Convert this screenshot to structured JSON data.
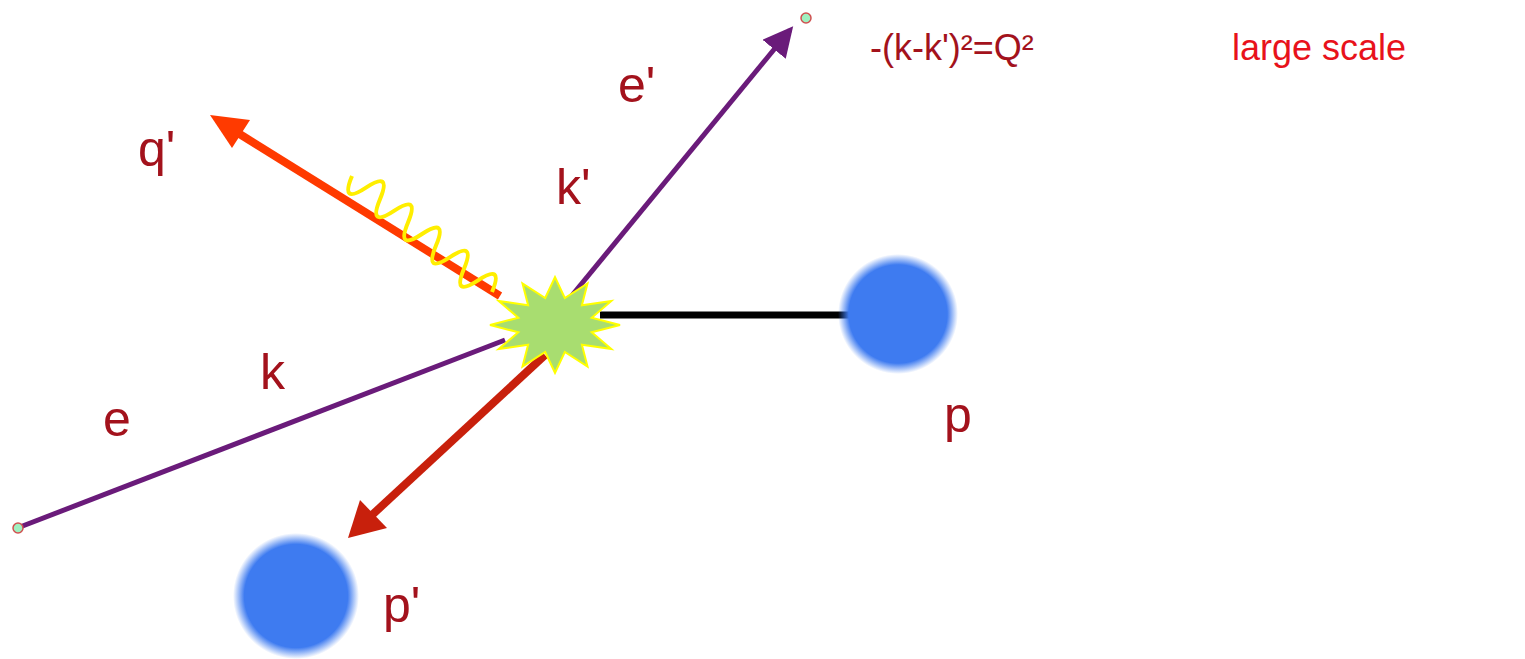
{
  "diagram": {
    "labels": [
      "q'",
      "e'",
      "k'",
      "-(k-k')²=Q²",
      "large scale",
      "k",
      "e",
      "p",
      "p'"
    ]
  }
}
